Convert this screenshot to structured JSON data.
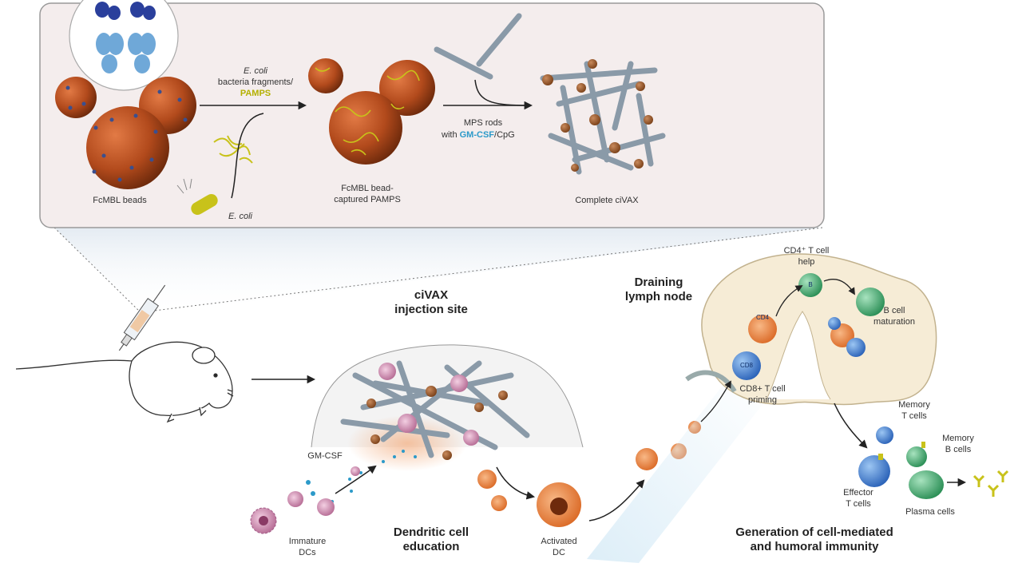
{
  "panel": {
    "fcmbl_beads": "FcMBL beads",
    "ecoli_fragments_italic": "E. coli",
    "bacteria_fragments": "bacteria fragments/",
    "pamps": "PAMPS",
    "ecoli": "E. coli",
    "bead_captured_line1": "FcMBL bead-",
    "bead_captured_line2": "captured PAMPS",
    "mps_rods": "MPS rods",
    "with": "with",
    "gm_csf": "GM-CSF",
    "cpg": "/CpG",
    "complete_civax": "Complete ciVAX"
  },
  "main": {
    "injection_title_1": "ciVAX",
    "injection_title_2": "injection site",
    "gm_csf_label": "GM-CSF",
    "immature_1": "Immature",
    "immature_2": "DCs",
    "education_1": "Dendritic cell",
    "education_2": "education",
    "activated_1": "Activated",
    "activated_2": "DC",
    "lymph_1": "Draining",
    "lymph_2": "lymph node",
    "cd4_help_1": "CD4⁺ T cell",
    "cd4_help_2": "help",
    "b_cell": "B",
    "cd4_cell": "CD4",
    "cd8_cell": "CD8",
    "b_maturation_1": "B cell",
    "b_maturation_2": "maturation",
    "cd8_priming_1": "CD8+ T cell",
    "cd8_priming_2": "priming",
    "memory_t_1": "Memory",
    "memory_t_2": "T cells",
    "memory_b_1": "Memory",
    "memory_b_2": "B cells",
    "effector_1": "Effector",
    "effector_2": "T cells",
    "plasma": "Plasma cells",
    "generation_1": "Generation of cell-mediated",
    "generation_2": "and humoral immunity"
  },
  "colors": {
    "panel_bg": "#f4eded",
    "bead": "#b24a1c",
    "rod": "#8a9aa8",
    "dc_pink": "#c97fa8",
    "dc_orange": "#e07a3a",
    "t_cell_blue": "#3f7fd0",
    "b_cell_green": "#3fae6c",
    "lymph": "#f6ecd6",
    "gm_csf_blue": "#2c9ac9",
    "pamps_yellow": "#c8c21a"
  }
}
